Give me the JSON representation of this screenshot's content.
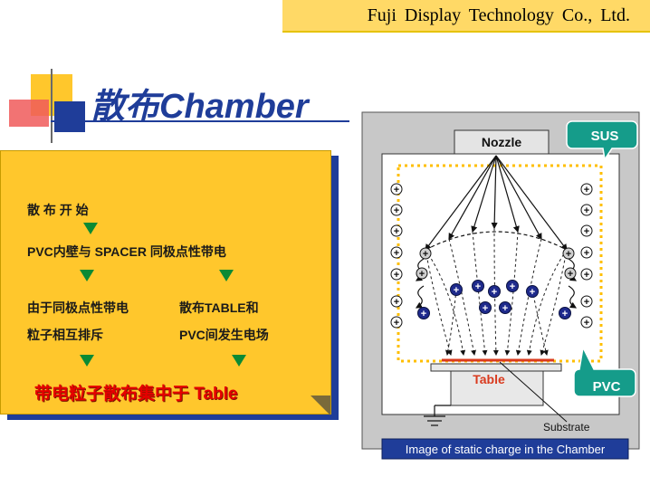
{
  "header": {
    "company": "Fuji   Display   Technology Co.,   Ltd."
  },
  "slide_title": "散布Chamber",
  "panel": {
    "step1": "散 布 开 始",
    "step2": "PVC内壁与  SPACER  同极点性带电",
    "left_line1": "由于同极点性带电",
    "left_line2": "粒子相互排斥",
    "right_line1": "散布TABLE和",
    "right_line2": "PVC间发生电场",
    "conclusion": "带电粒子散布集中于 Table"
  },
  "diagram": {
    "nozzle_label": "Nozzle",
    "sus_label": "SUS",
    "pvc_label": "PVC",
    "table_label": "Table",
    "substrate_label": "Substrate",
    "caption": "Image of static charge in the Chamber",
    "plus_sign": "+",
    "colors": {
      "callout_green": "#159c8a",
      "caption_bg": "#1f3d99",
      "particle_blue": "#1e2a8c",
      "table_red": "#d93a1e",
      "chamber_gray": "#c8c8c8",
      "pvc_dots": "#ffbf00"
    }
  }
}
